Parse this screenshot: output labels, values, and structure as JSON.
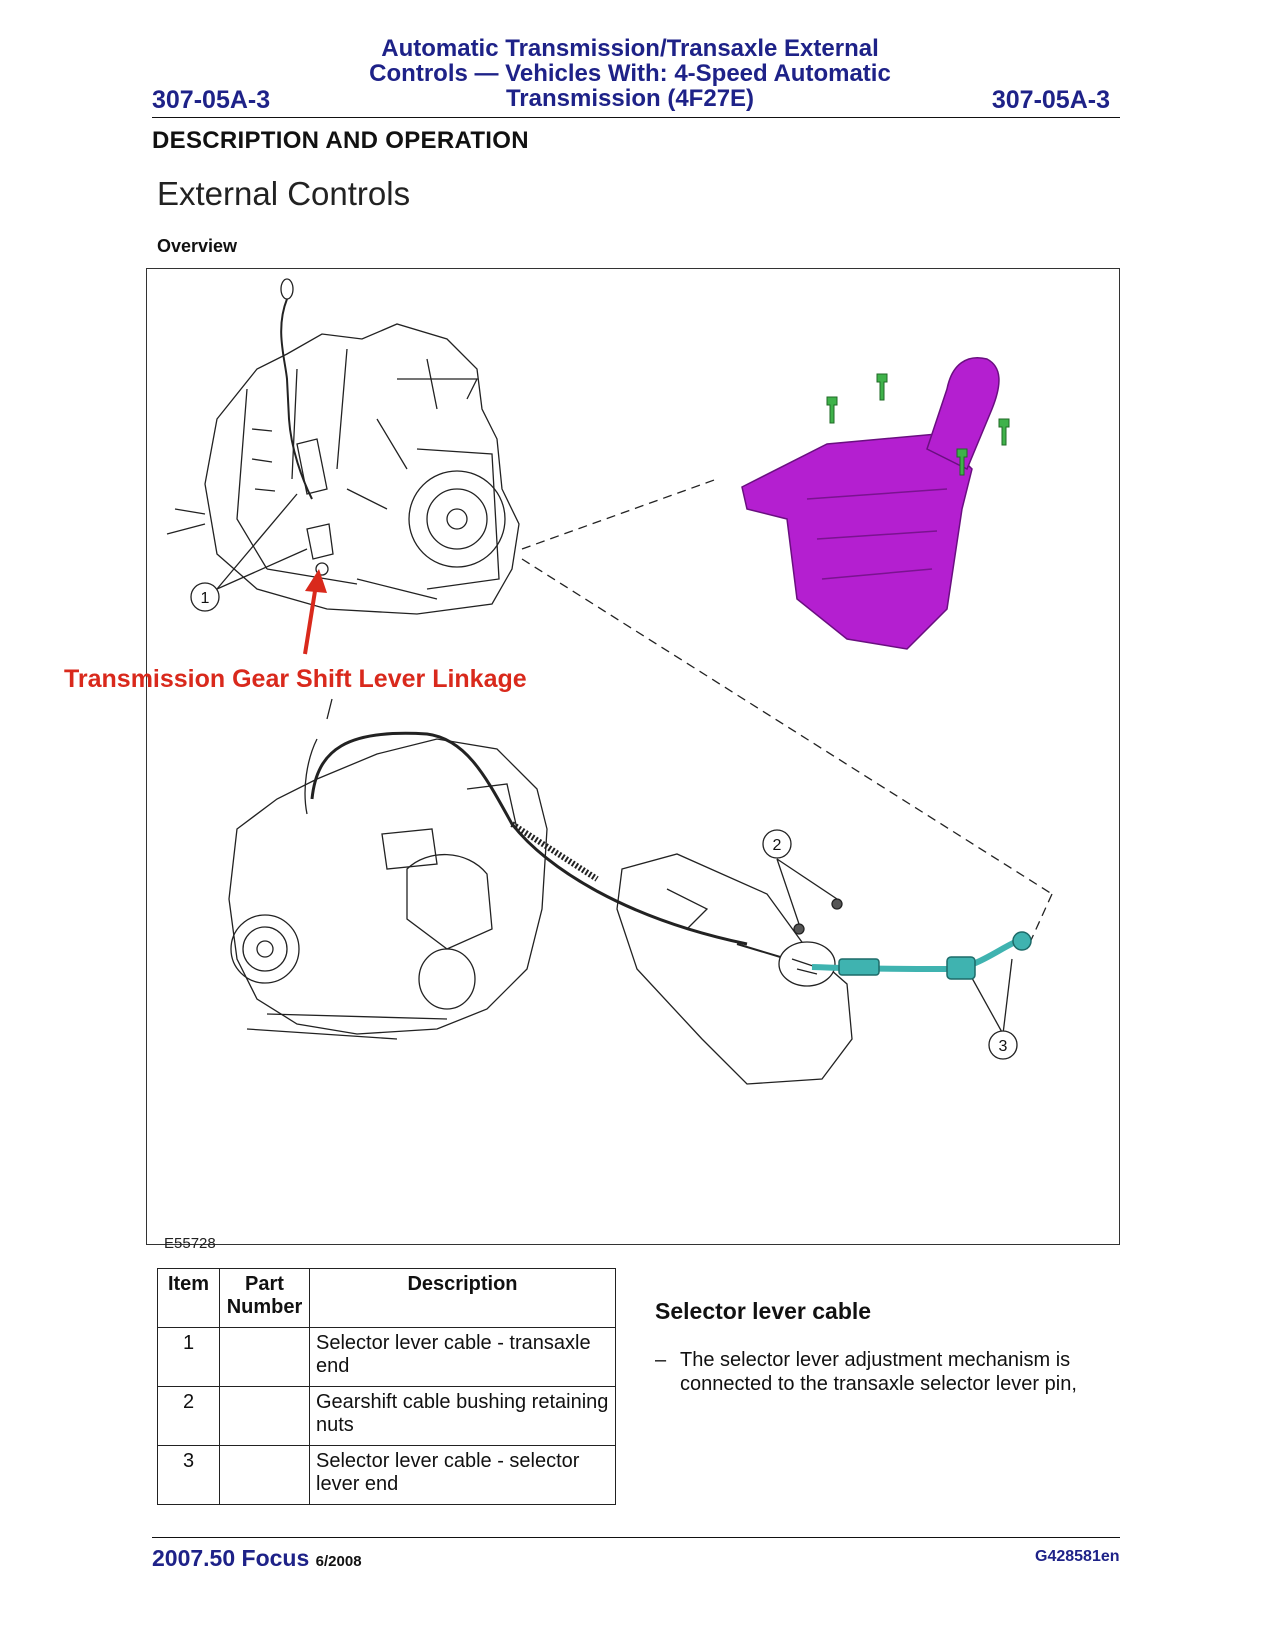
{
  "header": {
    "page_number_left": "307-05A-3",
    "page_number_right": "307-05A-3",
    "title_line1": "Automatic Transmission/Transaxle External",
    "title_line2": "Controls — Vehicles With: 4-Speed Automatic",
    "title_line3": "Transmission (4F27E)"
  },
  "section": "DESCRIPTION AND OPERATION",
  "page_title": "External Controls",
  "subheading": "Overview",
  "figure": {
    "annotation": "Transmission Gear Shift Lever Linkage",
    "code": "E55728",
    "callouts": [
      "1",
      "2",
      "3"
    ],
    "colors": {
      "annotation_red": "#d9291c",
      "shifter_magenta": "#b41fd0",
      "bolt_green": "#3fb24a",
      "cable_teal": "#3fb3b0"
    }
  },
  "parts_table": {
    "headers": {
      "item": "Item",
      "part_number": "Part Number",
      "description": "Description"
    },
    "rows": [
      {
        "item": "1",
        "part_number": "",
        "description": "Selector lever cable - transaxle end"
      },
      {
        "item": "2",
        "part_number": "",
        "description": "Gearshift cable bushing retaining nuts"
      },
      {
        "item": "3",
        "part_number": "",
        "description": "Selector lever cable - selector lever end"
      }
    ]
  },
  "selector_section": {
    "heading": "Selector lever cable",
    "bullet_marker": "–",
    "bullet_text": "The selector lever adjustment mechanism is connected to the transaxle selector lever pin,"
  },
  "footer": {
    "model": "2007.50 Focus",
    "date": "6/2008",
    "code": "G428581en"
  }
}
